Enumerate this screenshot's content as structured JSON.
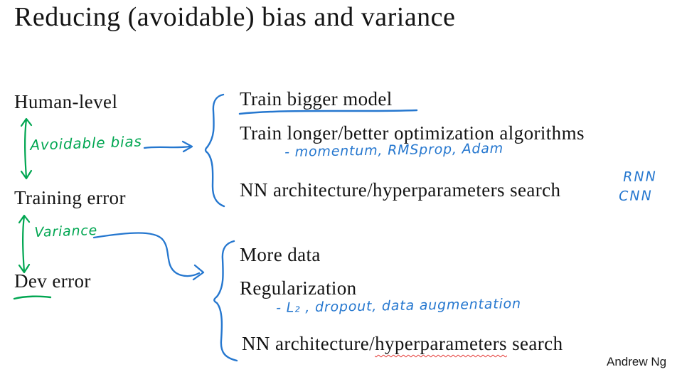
{
  "colors": {
    "ink": "#141414",
    "green": "#00a651",
    "blue": "#2577cf",
    "red": "#e53935"
  },
  "header": {
    "title": "Reducing (avoidable) bias and variance"
  },
  "levels": {
    "human_level": "Human-level",
    "avoidable_bias_note": "Avoidable bias",
    "training_error": "Training error",
    "variance_note": "Variance",
    "dev_error": "Dev error"
  },
  "bias_remedies": {
    "train_bigger": "Train bigger model",
    "train_longer": "Train longer/better optimization algorithms",
    "optimizers_note": "- momentum, RMSprop, Adam",
    "nn_search": "NN architecture/hyperparameters search",
    "rnn_note": "RNN",
    "cnn_note": "CNN"
  },
  "variance_remedies": {
    "more_data": "More data",
    "regularization": "Regularization",
    "regularizers_note": "- L₂ , dropout, data augmentation",
    "nn_search_pre": "NN architecture/",
    "nn_search_misspelled": "hyperparameters",
    "nn_search_post": " search"
  },
  "footer": {
    "credit": "Andrew Ng"
  }
}
